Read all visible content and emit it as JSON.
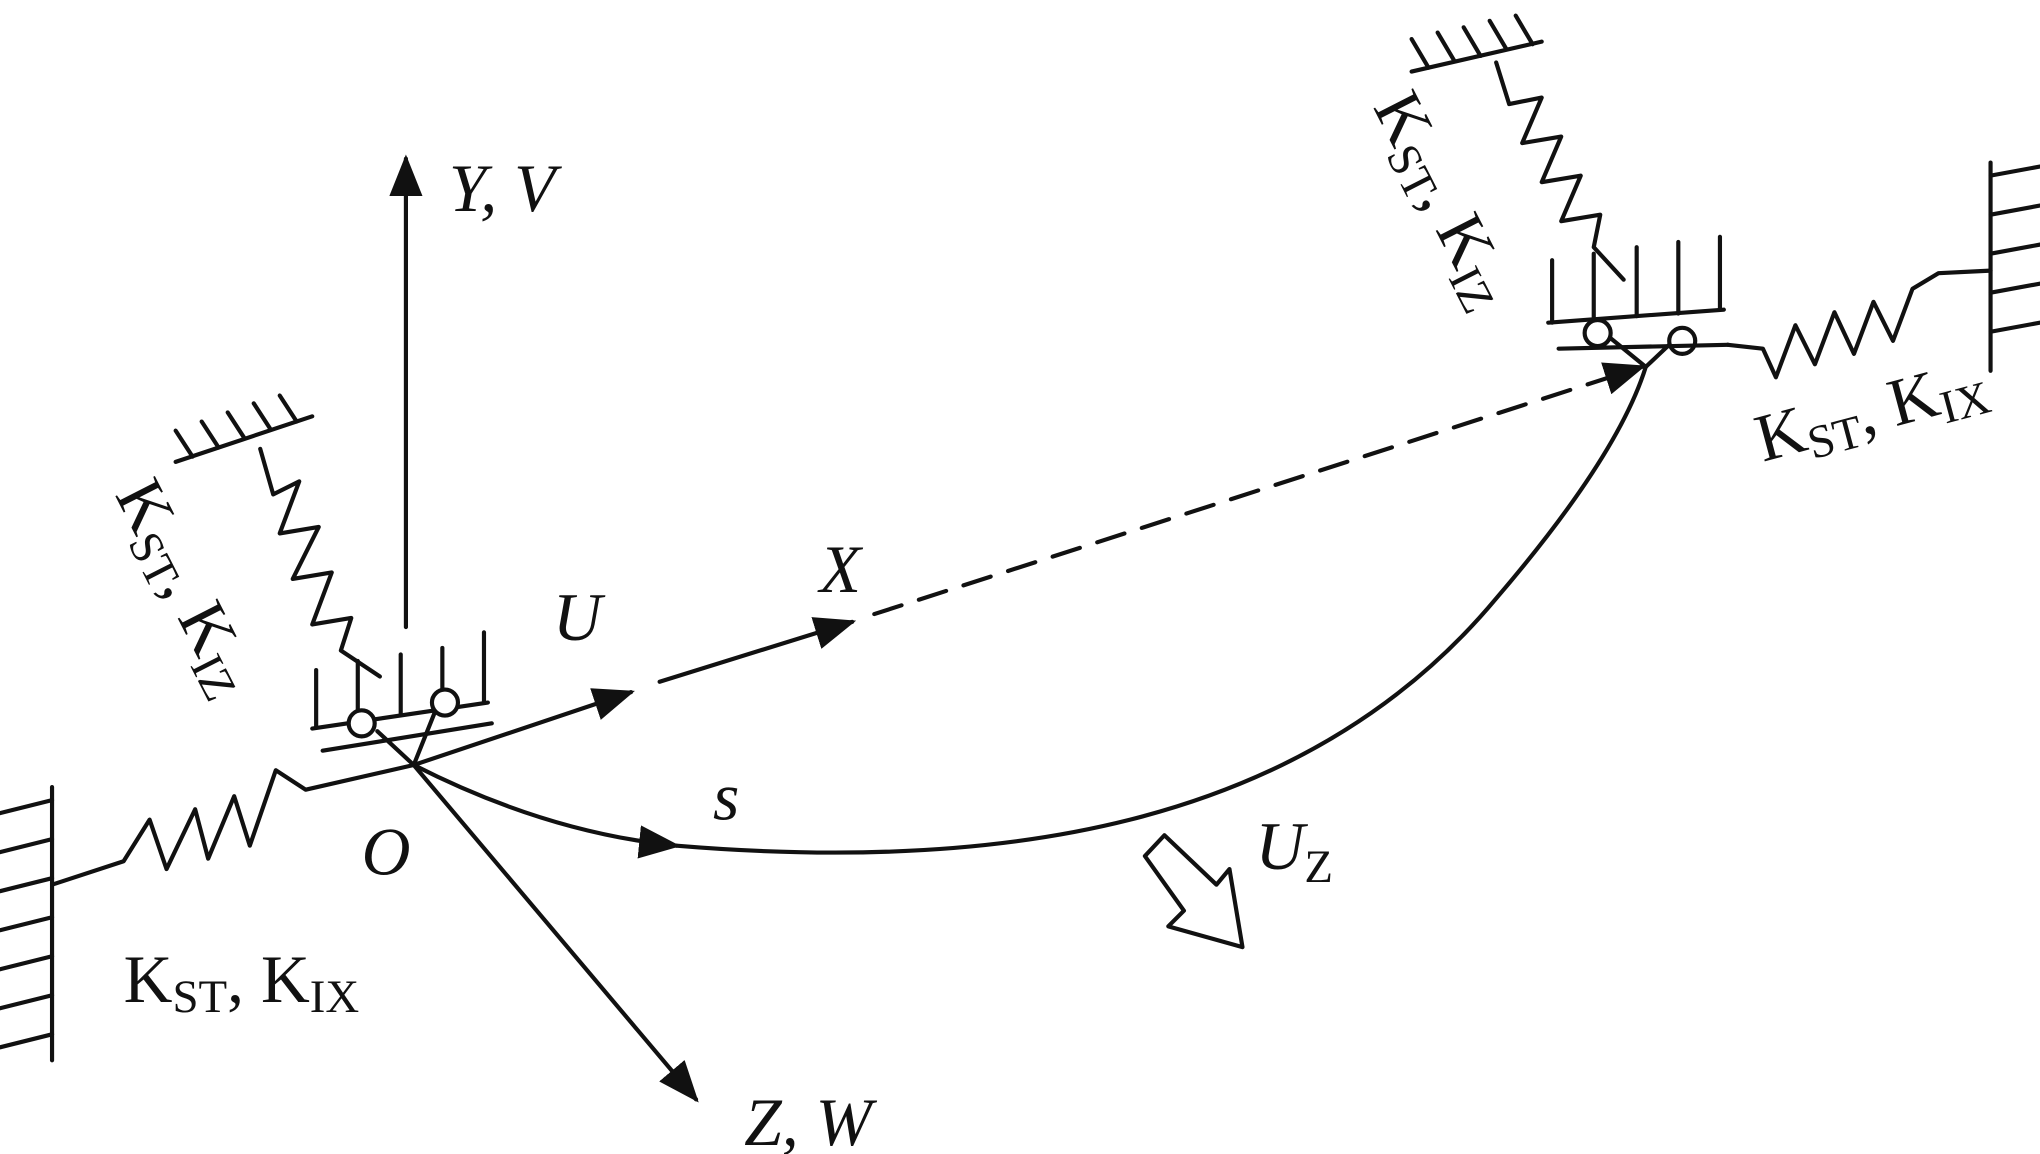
{
  "diagram": {
    "labels": {
      "y_axis": "Y, V",
      "x_disp": "U",
      "x_axis": "X",
      "origin": "O",
      "arc": "s",
      "z_axis": "Z, W",
      "uz_main": "U",
      "uz_sub": "Z"
    },
    "springs": {
      "k_main": "K",
      "k_st_sub": "ST",
      "k_iz_sub": "IZ",
      "k_ix_sub": "IX",
      "sep": ", "
    },
    "colors": {
      "stroke": "#111111",
      "background": "#ffffff"
    }
  }
}
